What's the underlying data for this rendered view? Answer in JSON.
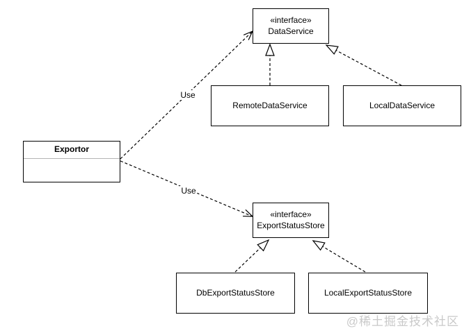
{
  "diagram": {
    "type": "uml-class-diagram",
    "nodes": {
      "data_service": {
        "stereotype": "«interface»",
        "name": "DataService"
      },
      "remote_data_service": {
        "name": "RemoteDataService"
      },
      "local_data_service": {
        "name": "LocalDataService"
      },
      "exportor": {
        "name": "Exportor"
      },
      "export_status_store": {
        "stereotype": "«interface»",
        "name": "ExportStatusStore"
      },
      "db_export_status_store": {
        "name": "DbExportStatusStore"
      },
      "local_export_status_store": {
        "name": "LocalExportStatusStore"
      }
    },
    "edges": {
      "exportor_uses_data_service": {
        "type": "dependency",
        "label": "Use",
        "from": "Exportor",
        "to": "DataService"
      },
      "exportor_uses_export_status_store": {
        "type": "dependency",
        "label": "Use",
        "from": "Exportor",
        "to": "ExportStatusStore"
      },
      "remote_implements_data_service": {
        "type": "realization",
        "from": "RemoteDataService",
        "to": "DataService"
      },
      "local_implements_data_service": {
        "type": "realization",
        "from": "LocalDataService",
        "to": "DataService"
      },
      "db_implements_export_status_store": {
        "type": "realization",
        "from": "DbExportStatusStore",
        "to": "ExportStatusStore"
      },
      "local_implements_export_status_store": {
        "type": "realization",
        "from": "LocalExportStatusStore",
        "to": "ExportStatusStore"
      }
    },
    "watermark": "@稀土掘金技术社区",
    "colors": {
      "stroke": "#000000",
      "node_fill": "#ffffff",
      "divider": "#b3b3b3",
      "watermark": "#c9c9c9",
      "background": "#ffffff"
    }
  }
}
